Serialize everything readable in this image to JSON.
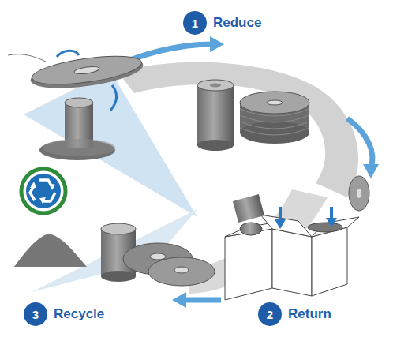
{
  "diagram": {
    "nodes": [
      {
        "text": [
          "1",
          "Reduce"
        ]
      },
      {
        "text": [
          "2",
          "Return"
        ]
      },
      {
        "text": [
          "3",
          "Recycle"
        ]
      }
    ]
  }
}
